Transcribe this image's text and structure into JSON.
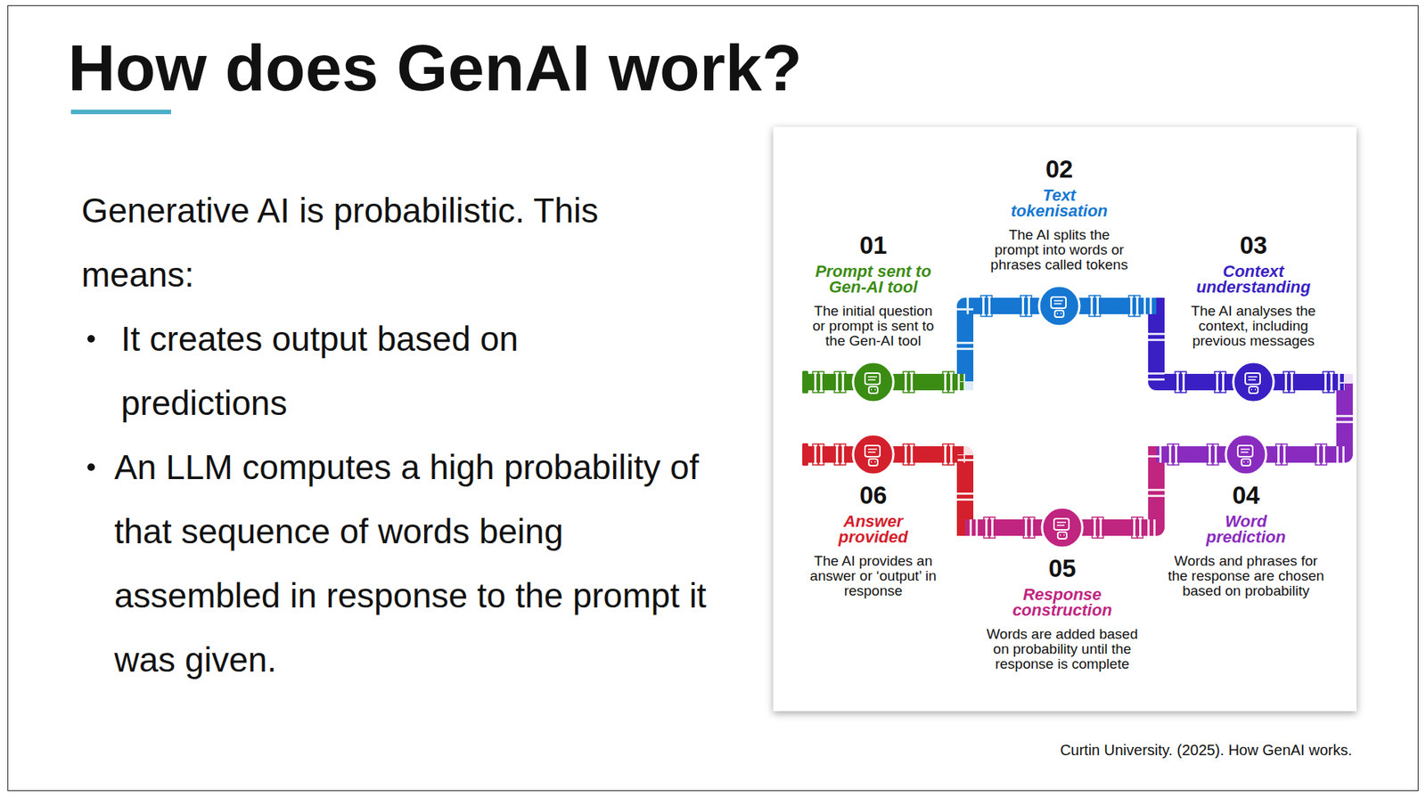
{
  "diagram": {
    "title": "How does GenAI work?",
    "caption": "Curtin University. (2025). How GenAI works.",
    "nodes": [
      {
        "text": [
          "01",
          "Prompt sent to Gen-AI tool",
          "The initial question or prompt is sent to the Gen-AI tool"
        ]
      },
      {
        "text": [
          "02",
          "Text tokenisation",
          "The AI splits the prompt into words or phrases called tokens"
        ]
      },
      {
        "text": [
          "03",
          "Context understanding",
          "The AI analyses the context, including previous messages"
        ]
      },
      {
        "text": [
          "04",
          "Word prediction",
          "Words and phrases for the response are chosen based on probability"
        ]
      },
      {
        "text": [
          "05",
          "Response construction",
          "Words are added based on probability until the response is complete"
        ]
      },
      {
        "text": [
          "06",
          "Answer provided",
          "The AI provides an answer or ‘output’ in response"
        ]
      }
    ],
    "edges": [
      {
        "from": 0,
        "to": 1,
        "arrow": "none"
      },
      {
        "from": 1,
        "to": 2,
        "arrow": "none"
      },
      {
        "from": 2,
        "to": 3,
        "arrow": "none"
      },
      {
        "from": 3,
        "to": 4,
        "arrow": "none"
      },
      {
        "from": 4,
        "to": 5,
        "arrow": "none"
      }
    ],
    "labels": [
      "Generative AI is probabilistic. This means:",
      "It creates output based on predictions",
      "An LLM computes a high probability of that sequence of words being assembled in response to the prompt it was given."
    ]
  }
}
